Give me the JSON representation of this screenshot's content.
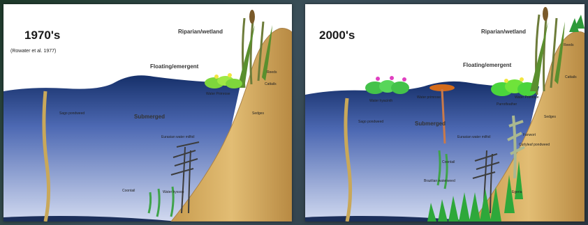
{
  "panels": [
    {
      "era": "1970's",
      "citation": "(Rowater et al. 1977)",
      "categories": {
        "riparian": "Riparian/wetland",
        "floating": "Floating/emergent",
        "submerged": "Submerged"
      },
      "species": {
        "sago": "Sago pondweed",
        "water_primrose": "Water Primrose",
        "reeds": "Reeds",
        "cattails": "Cattails",
        "sedges": "Sedges",
        "eurasian_milfoil": "Eurasian water milfoil",
        "coontail": "Coontail",
        "water_hyssop": "Water hyssop"
      }
    },
    {
      "era": "2000's",
      "categories": {
        "riparian": "Riparian/wetland",
        "floating": "Floating/emergent",
        "submerged": "Submerged"
      },
      "species": {
        "water_hyacinth": "Water hyacinth",
        "water_primrose": "Water Primrose",
        "parrotfeather": "Parrotfeather",
        "sago": "Sago pondweed",
        "eurasian_milfoil": "Eurasian water milfoil",
        "coontail": "Coontail",
        "brazilian_waterweed": "Brazilian waterweed",
        "egeria": "Egeria",
        "reeds": "Reeds",
        "cattails": "Cattails",
        "sedges": "Sedges",
        "unknown_floating": "Water primrose",
        "fanwort": "Fanwort",
        "curlyleaf": "Curlyleaf pondweed"
      }
    }
  ],
  "colors": {
    "water_top": "#16306a",
    "water_bottom": "#c9d3ea",
    "bank": "#d9b36a",
    "bank_edge": "#a8814a",
    "plant_green": "#3aa83a",
    "bright_green": "#6fe33a",
    "stem": "#c9a85a",
    "flower": "#e040c0"
  }
}
